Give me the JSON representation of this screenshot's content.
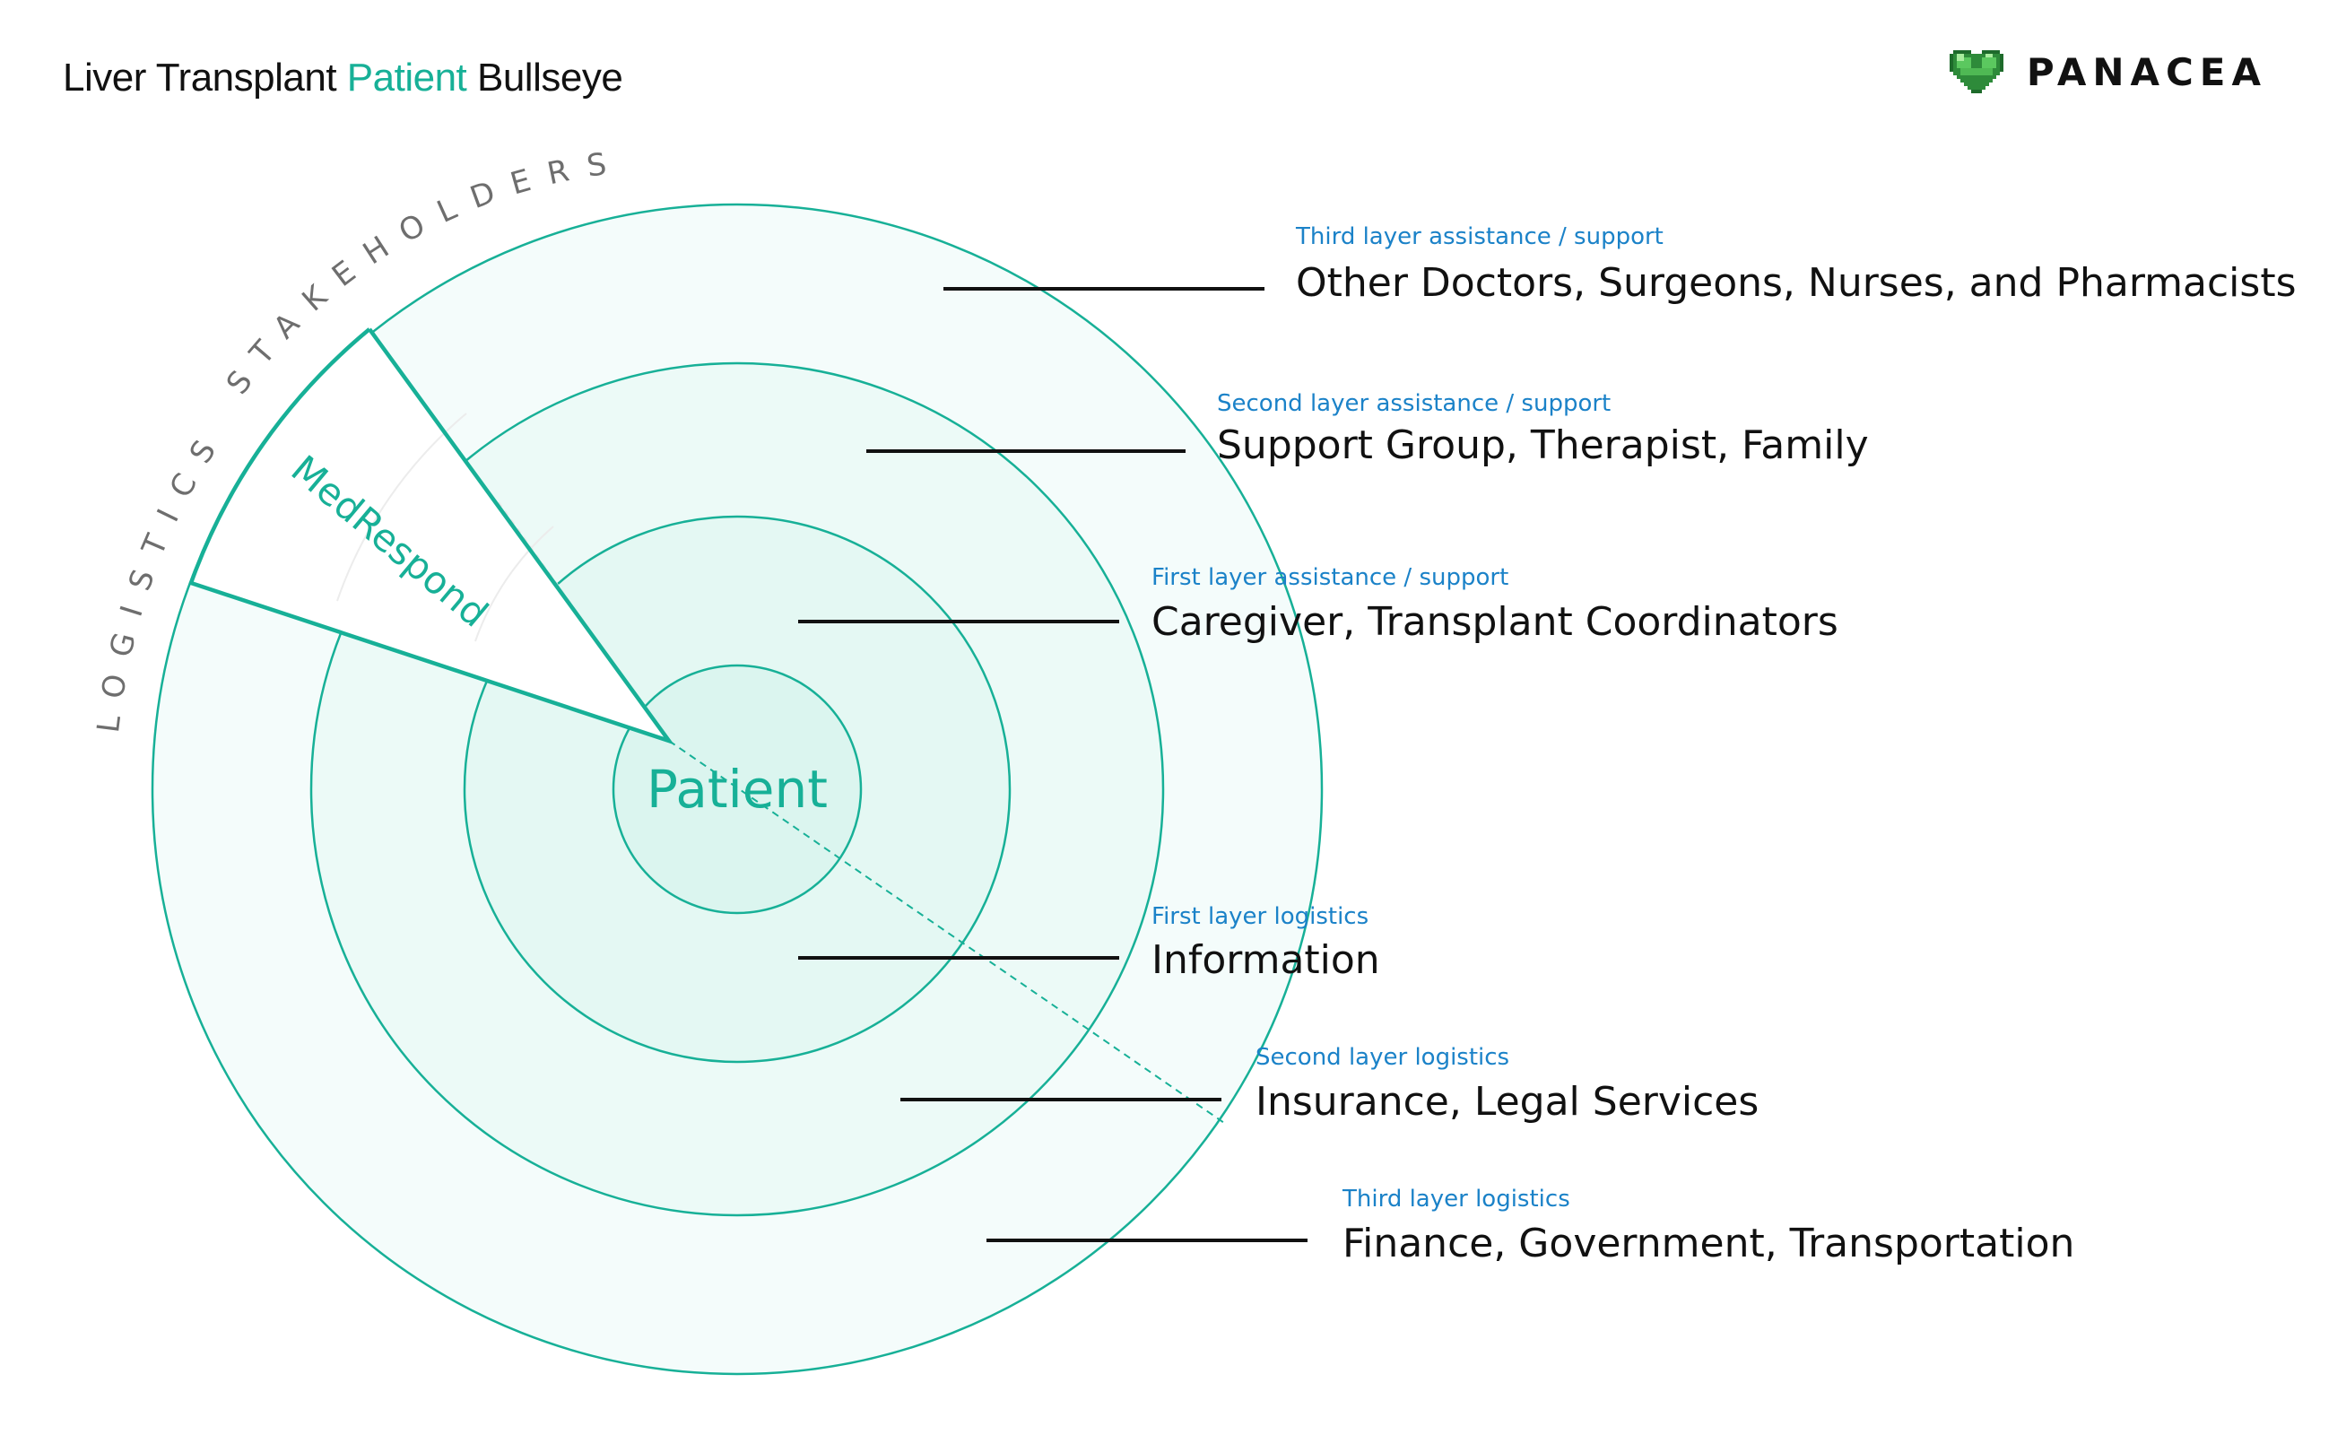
{
  "title": {
    "prefix": "Liver Transplant ",
    "accent": "Patient",
    "suffix": " Bullseye"
  },
  "brand": {
    "name": "PANACEA",
    "icon": "pixel-heart-icon"
  },
  "diagram": {
    "center_label": "Patient",
    "segment_label": "MedRespond",
    "arc_labels": {
      "stakeholders": "STAKEHOLDERS",
      "logistics": "LOGISTICS"
    },
    "layers": [
      {
        "sub": "Third layer assistance / support",
        "main": "Other Doctors, Surgeons, Nurses, and Pharmacists"
      },
      {
        "sub": "Second layer assistance / support",
        "main": "Support Group, Therapist, Family"
      },
      {
        "sub": "First layer assistance / support",
        "main": "Caregiver, Transplant Coordinators"
      },
      {
        "sub": "First layer logistics",
        "main": "Information"
      },
      {
        "sub": "Second layer logistics",
        "main": "Insurance, Legal Services"
      },
      {
        "sub": "Third layer logistics",
        "main": "Finance, Government, Transportation"
      }
    ],
    "colors": {
      "accent": "#17b097",
      "sublabel": "#1b82c8",
      "outer_fill": "#f4fcfb",
      "mid_fill": "#ecfaf7",
      "inner_fill": "#e4f8f3",
      "core_fill": "#dbf5ef"
    }
  }
}
